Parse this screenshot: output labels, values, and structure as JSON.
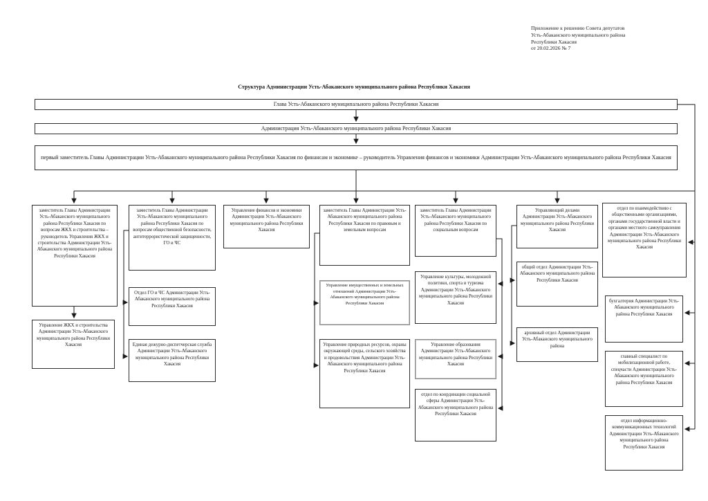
{
  "annotation": {
    "lines": [
      "Приложение к решению Совета депутатов",
      "Усть-Абаканского муниципального  района",
      "Республики Хакасия",
      "от 20.02.2026 № 7"
    ]
  },
  "title": "Структура Администрации Усть-Абаканского муниципального района Республики Хакасия",
  "nodes": {
    "glava": "Глава Усть-Абаканского муниципального  района Республики Хакасия",
    "admin": "Администрация Усть-Абаканского муниципального  района Республики Хакасия",
    "first_deputy": "первый заместитель Главы Администрации Усть-Абаканского муниципального района Республики Хакасия по финансам и экономике – руководитель Управления финансов и экономики Администрации Усть-Абаканского муниципального района Республики Хакасия",
    "a1": "заместитель Главы Администрации Усть-Абаканского муниципального района Республики Хакасия по вопросам ЖКХ и строительства – руководитель Управления ЖКХ и строительства Администрации Усть-Абаканского муниципального района Республики Хакасия",
    "a2": "Управление ЖКХ и строительства Администрации Усть-Абаканского муниципального района Республики Хакасия",
    "b1": "заместитель Главы Администрации Усть-Абаканского муниципального района Республики Хакасия по вопросам общественной безопасности, антитеррористической защищенности, ГО и ЧС",
    "b2": "Отдел ГО и ЧС Администрации Усть-Абаканского муниципального района Республики Хакасия",
    "b3": "Единая дежурно-диспетчерская служба Администрации Усть-Абаканского муниципального района Республики Хакасия",
    "c1": "Управление финансов и экономики Администрации Усть-Абаканского муниципального района Республики Хакасия",
    "d1": "заместитель Главы Администрации Усть-Абаканского муниципального района Республики Хакасия по правовым и земельным вопросам",
    "d2": "Управление имущественных и земельных отношений Администрации Усть-Абаканского муниципального района Республики Хакасия",
    "d3": "Управление природных ресурсов, охраны окружающей среды, сельского хозяйства и продовольствия Администрации Усть-Абаканского муниципального района Республики Хакасия",
    "e1": "заместитель  Главы Администрации Усть-Абаканского муниципального района Республики Хакасия по социальным вопросам",
    "e2": "Управление культуры, молодежной политики, спорта и туризма Администрации Усть-Абаканского муниципального района Республики Хакасия",
    "e3": "Управление образования Администрации Усть-Абаканского муниципального района Республики Хакасия",
    "e4": "отдел по координации социальной сферы Администрации Усть-Абаканского муниципального района Республики Хакасия",
    "f1": "Управляющий делами Администрации Усть-Абаканского муниципального района Республики Хакасия",
    "f2": "общий отдел Администрации Усть-Абаканского муниципального района Республики Хакасия",
    "f3": "архивный отдел Администрации Усть-Абаканского муниципального района",
    "g1": "отдел по взаимодействию с общественными организациями, органами государственной власти и органами местного самоуправления Администрации Усть-Абаканского муниципального района Республики Хакасия",
    "g2": "бухгалтерия Администрации Усть-Абаканского муниципального района Республики Хакасия",
    "g3": "главный специалист по мобилизационной работе, спецчасти Администрации Усть-Абаканского муниципального района Республики Хакасия",
    "g4": "отдел информационно-коммуникационных технологий Администрации Усть-Абаканского муниципального района Республики Хакасия"
  },
  "edges": [
    [
      "glava",
      "admin"
    ],
    [
      "admin",
      "first_deputy"
    ],
    [
      "first_deputy",
      "a1"
    ],
    [
      "first_deputy",
      "b1"
    ],
    [
      "first_deputy",
      "c1"
    ],
    [
      "first_deputy",
      "d1"
    ],
    [
      "first_deputy",
      "e1"
    ],
    [
      "first_deputy",
      "f1"
    ],
    [
      "a1",
      "a2"
    ],
    [
      "b1",
      "b2"
    ],
    [
      "b1",
      "b3"
    ],
    [
      "d1",
      "d2"
    ],
    [
      "d1",
      "d3"
    ],
    [
      "e1",
      "e2"
    ],
    [
      "e1",
      "e3"
    ],
    [
      "e1",
      "e4"
    ],
    [
      "f1",
      "f2"
    ],
    [
      "f1",
      "f3"
    ],
    [
      "glava",
      "g1"
    ],
    [
      "glava",
      "g2"
    ],
    [
      "glava",
      "g3"
    ],
    [
      "glava",
      "g4"
    ]
  ],
  "colors": {
    "background": "#ffffff",
    "line": "#1a1a1a",
    "box_border": "#2b2b2b",
    "grey_box_border": "#8a8a8a"
  }
}
